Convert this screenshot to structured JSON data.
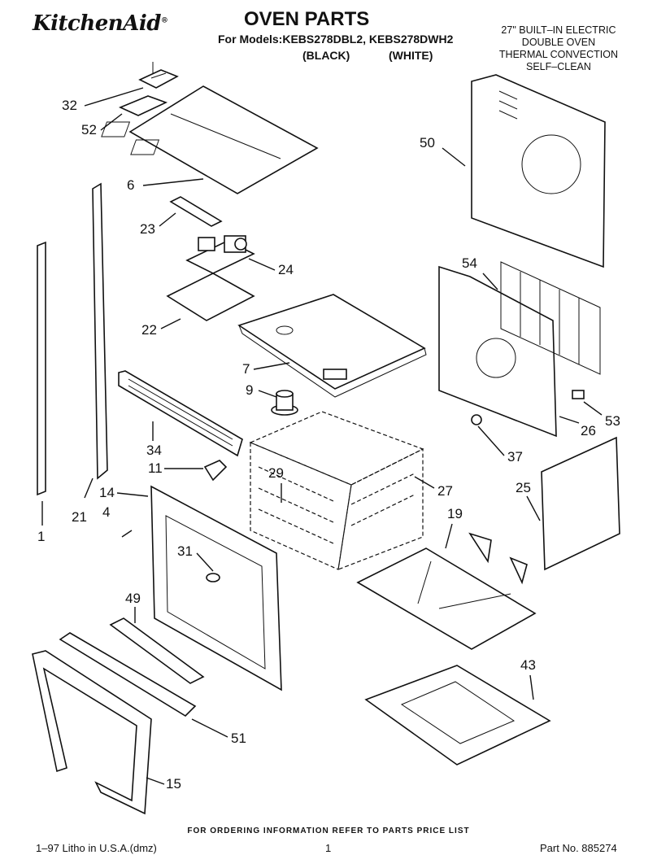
{
  "header": {
    "brand": "KitchenAid",
    "brand_mark": "®",
    "title": "OVEN PARTS",
    "models_line": "For Models:KEBS278DBL2, KEBS278DWH2",
    "variant_black": "(BLACK)",
    "variant_white": "(WHITE)",
    "description": [
      "27\" BUILT–IN ELECTRIC",
      "DOUBLE OVEN",
      "THERMAL CONVECTION",
      "SELF–CLEAN"
    ]
  },
  "callouts": {
    "c32": "32",
    "c52": "52",
    "c6": "6",
    "c23": "23",
    "c24": "24",
    "c22": "22",
    "c7": "7",
    "c9": "9",
    "c34": "34",
    "c11": "11",
    "c29": "29",
    "c27": "27",
    "c14": "14",
    "c4": "4",
    "c21": "21",
    "c1": "1",
    "c31": "31",
    "c49": "49",
    "c51": "51",
    "c15": "15",
    "c19": "19",
    "c43": "43",
    "c25": "25",
    "c37": "37",
    "c26": "26",
    "c53": "53",
    "c54": "54",
    "c50": "50"
  },
  "footer": {
    "order_note": "FOR ORDERING INFORMATION REFER TO PARTS PRICE LIST",
    "litho": "1–97 Litho in U.S.A.(dmz)",
    "page": "1",
    "part_no": "Part No. 885274"
  }
}
